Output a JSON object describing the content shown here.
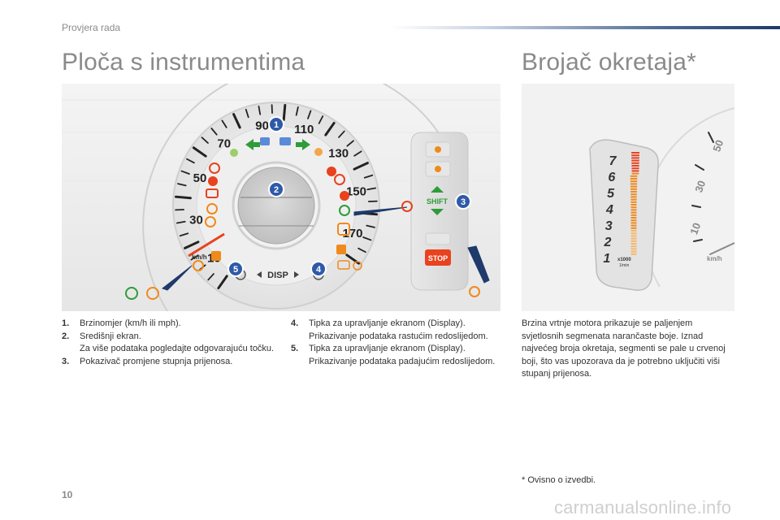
{
  "section_label": "Provjera rada",
  "title_left": "Ploča s instrumentima",
  "title_right": "Brojač okretaja*",
  "dashboard": {
    "speed_ticks": [
      "10",
      "30",
      "50",
      "70",
      "90",
      "110",
      "130",
      "150",
      "170"
    ],
    "speed_unit": "km/h",
    "disp_label": "DISP",
    "shift_label": "SHIFT",
    "stop_label": "STOP",
    "callouts": [
      "1",
      "2",
      "3",
      "4",
      "5"
    ]
  },
  "rev": {
    "scale": [
      "7",
      "6",
      "5",
      "4",
      "3",
      "2",
      "1"
    ],
    "unit_top": "x1000",
    "unit_bottom": "1/min",
    "speed_ticks": [
      "10",
      "30",
      "50"
    ],
    "speed_unit": "km/h"
  },
  "list_left": [
    {
      "num": "1.",
      "lines": [
        "Brzinomjer (km/h ili mph)."
      ]
    },
    {
      "num": "2.",
      "lines": [
        "Središnji ekran.",
        "Za više podataka pogledajte odgovarajuću točku."
      ]
    },
    {
      "num": "3.",
      "lines": [
        "Pokazivač promjene stupnja prijenosa."
      ]
    }
  ],
  "list_right": [
    {
      "num": "4.",
      "lines": [
        "Tipka za upravljanje ekranom (Display). Prikazivanje podataka rastućim redoslijedom."
      ]
    },
    {
      "num": "5.",
      "lines": [
        "Tipka za upravljanje ekranom (Display). Prikazivanje podataka padajućim redoslijedom."
      ]
    }
  ],
  "rev_description": "Brzina vrtnje motora prikazuje se paljenjem svjetlosnih segmenata narančaste boje. Iznad najvećeg broja okretaja, segmenti se pale u crvenoj boji, što vas upozorava da je potrebno uključiti viši stupanj prijenosa.",
  "footnote": "* Ovisno o izvedbi.",
  "page_number": "10",
  "watermark": "carmanualsonline.info",
  "colors": {
    "accent_blue": "#1f3a6b",
    "callout_blue": "#2e5aa8",
    "indicator_green": "#2e9c3a",
    "indicator_orange": "#f08a1c",
    "warning_red": "#e8421e"
  }
}
